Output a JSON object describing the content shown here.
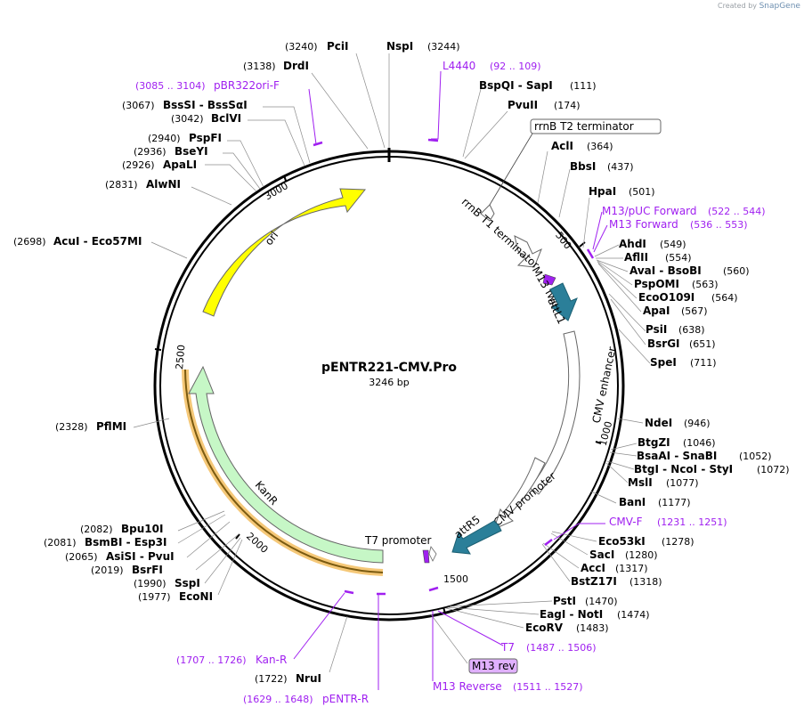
{
  "credit": {
    "prefix": "Created by",
    "brand": "SnapGene"
  },
  "plasmid": {
    "name": "pENTR221-CMV.Pro",
    "length": "3246 bp"
  },
  "ticks": [
    "500",
    "1000",
    "1500",
    "2000",
    "2500",
    "3000"
  ],
  "enzymes": [
    {
      "id": "pcii",
      "name": "PciI",
      "pos": "(3240)"
    },
    {
      "id": "nspi",
      "name": "NspI",
      "pos": "(3244)"
    },
    {
      "id": "drdi",
      "name": "DrdI",
      "pos": "(3138)"
    },
    {
      "id": "bsssi",
      "name": "BssSI  -  BssSαI",
      "pos": "(3067)"
    },
    {
      "id": "bclvi",
      "name": "BclVI",
      "pos": "(3042)"
    },
    {
      "id": "pspfi",
      "name": "PspFI",
      "pos": "(2940)"
    },
    {
      "id": "bseyi",
      "name": "BseYI",
      "pos": "(2936)"
    },
    {
      "id": "apali",
      "name": "ApaLI",
      "pos": "(2926)"
    },
    {
      "id": "alwni",
      "name": "AlwNI",
      "pos": "(2831)"
    },
    {
      "id": "acui",
      "name": "AcuI  -  Eco57MI",
      "pos": "(2698)"
    },
    {
      "id": "pflmi",
      "name": "PflMI",
      "pos": "(2328)"
    },
    {
      "id": "bpu10i",
      "name": "Bpu10I",
      "pos": "(2082)"
    },
    {
      "id": "bsmbi",
      "name": "BsmBI  -  Esp3I",
      "pos": "(2081)"
    },
    {
      "id": "asisi",
      "name": "AsiSI  -  PvuI",
      "pos": "(2065)"
    },
    {
      "id": "bsrfi",
      "name": "BsrFI",
      "pos": "(2019)"
    },
    {
      "id": "sspi",
      "name": "SspI",
      "pos": "(1990)"
    },
    {
      "id": "econi",
      "name": "EcoNI",
      "pos": "(1977)"
    },
    {
      "id": "nrui",
      "name": "NruI",
      "pos": "(1722)"
    },
    {
      "id": "bspqi",
      "name": "BspQI  -  SapI",
      "pos": "(111)"
    },
    {
      "id": "pvuii",
      "name": "PvuII",
      "pos": "(174)"
    },
    {
      "id": "acli",
      "name": "AclI",
      "pos": "(364)"
    },
    {
      "id": "bbsi",
      "name": "BbsI",
      "pos": "(437)"
    },
    {
      "id": "hpai",
      "name": "HpaI",
      "pos": "(501)"
    },
    {
      "id": "ahdi",
      "name": "AhdI",
      "pos": "(549)"
    },
    {
      "id": "aflii",
      "name": "AflII",
      "pos": "(554)"
    },
    {
      "id": "avai",
      "name": "AvaI  -  BsoBI",
      "pos": "(560)"
    },
    {
      "id": "pspomi",
      "name": "PspOMI",
      "pos": "(563)"
    },
    {
      "id": "eco0109i",
      "name": "EcoO109I",
      "pos": "(564)"
    },
    {
      "id": "apai",
      "name": "ApaI",
      "pos": "(567)"
    },
    {
      "id": "psii",
      "name": "PsiI",
      "pos": "(638)"
    },
    {
      "id": "bsrgi",
      "name": "BsrGI",
      "pos": "(651)"
    },
    {
      "id": "spei",
      "name": "SpeI",
      "pos": "(711)"
    },
    {
      "id": "ndei",
      "name": "NdeI",
      "pos": "(946)"
    },
    {
      "id": "btgzi",
      "name": "BtgZI",
      "pos": "(1046)"
    },
    {
      "id": "bsaai",
      "name": "BsaAI  -  SnaBI",
      "pos": "(1052)"
    },
    {
      "id": "btgi",
      "name": "BtgI  -  NcoI  -  StyI",
      "pos": "(1072)"
    },
    {
      "id": "msli",
      "name": "MslI",
      "pos": "(1077)"
    },
    {
      "id": "bani",
      "name": "BanI",
      "pos": "(1177)"
    },
    {
      "id": "eco53ki",
      "name": "Eco53kI",
      "pos": "(1278)"
    },
    {
      "id": "saci",
      "name": "SacI",
      "pos": "(1280)"
    },
    {
      "id": "acci",
      "name": "AccI",
      "pos": "(1317)"
    },
    {
      "id": "bstz17i",
      "name": "BstZ17I",
      "pos": "(1318)"
    },
    {
      "id": "psti",
      "name": "PstI",
      "pos": "(1470)"
    },
    {
      "id": "eagi",
      "name": "EagI  -  NotI",
      "pos": "(1474)"
    },
    {
      "id": "ecorv",
      "name": "EcoRV",
      "pos": "(1483)"
    }
  ],
  "primers": [
    {
      "id": "l4440",
      "name": "L4440",
      "range": "(92 .. 109)"
    },
    {
      "id": "pbr322ori",
      "name": "pBR322ori-F",
      "range": "(3085 .. 3104)"
    },
    {
      "id": "m13puc",
      "name": "M13/pUC Forward",
      "range": "(522 .. 544)"
    },
    {
      "id": "m13fwd",
      "name": "M13 Forward",
      "range": "(536 .. 553)"
    },
    {
      "id": "cmvf",
      "name": "CMV-F",
      "range": "(1231 .. 1251)"
    },
    {
      "id": "t7",
      "name": "T7",
      "range": "(1487 .. 1506)"
    },
    {
      "id": "m13rev",
      "name": "M13 Reverse",
      "range": "(1511 .. 1527)"
    },
    {
      "id": "kanr",
      "name": "Kan-R",
      "range": "(1707 .. 1726)"
    },
    {
      "id": "pentrr",
      "name": "pENTR-R",
      "range": "(1629 .. 1648)"
    }
  ],
  "features": {
    "rrnb_t2_box": "rrnB T2 terminator",
    "m13_rev_box": "M13 rev",
    "rrnb_t1": "rrnB T1 terminator",
    "m13_fwd": "M13 fwd",
    "attl1": "attL1",
    "cmv_enhancer": "CMV enhancer",
    "cmv_promoter": "CMV promoter",
    "attr5": "attR5",
    "t7_promoter": "T7 promoter",
    "kanr": "KanR",
    "ori": "ori"
  },
  "colors": {
    "backbone": "#000000",
    "ori": "#ffff00",
    "kanr": "#c6f7c6",
    "att": "#2b7f99",
    "primer": "#a020f0",
    "rrnb": "#ffffff",
    "m13_rev_fill": "#e0b0ff"
  }
}
